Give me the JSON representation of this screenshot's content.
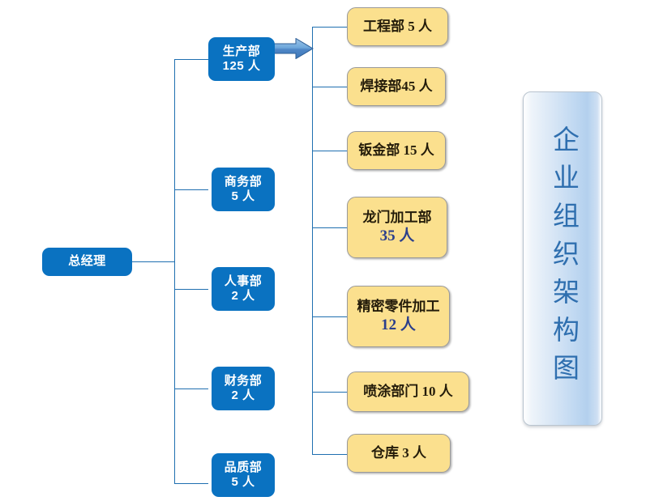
{
  "chart": {
    "title_banner": {
      "text": "企业组织架构图",
      "color": "#2F6FAF"
    },
    "root": {
      "label_line1": "总经理",
      "label_line2": ""
    },
    "colors": {
      "blue_box_fill": "#0A72C1",
      "blue_box_text": "#FFFFFF",
      "yellow_box_fill": "#FBE08E",
      "yellow_box_border": "#9A9A9A",
      "yellow_box_text": "#241C0A",
      "yellow_box_number": "#2B3F8C",
      "connector_line": "#1F6FB0",
      "arrow_fill": "#5B9BD5"
    },
    "departments": [
      {
        "label_line1": "生产部",
        "label_line2": "125 人"
      },
      {
        "label_line1": "商务部",
        "label_line2": "5 人"
      },
      {
        "label_line1": "人事部",
        "label_line2": "2 人"
      },
      {
        "label_line1": "财务部",
        "label_line2": "2 人"
      },
      {
        "label_line1": "品质部",
        "label_line2": "5 人"
      }
    ],
    "production_subunits": [
      {
        "label_line1": "工程部 5 人",
        "label_line2": ""
      },
      {
        "label_line1": "焊接部45 人",
        "label_line2": ""
      },
      {
        "label_line1": "钣金部 15 人",
        "label_line2": ""
      },
      {
        "label_line1": "龙门加工部",
        "label_line2": "35 人"
      },
      {
        "label_line1": "精密零件加工",
        "label_line2": "12 人"
      },
      {
        "label_line1": "喷涂部门 10 人",
        "label_line2": ""
      },
      {
        "label_line1": "仓库 3 人",
        "label_line2": ""
      }
    ]
  },
  "chart_data": {
    "type": "diagram",
    "title": "企业组织架构图",
    "root": "总经理",
    "nodes": [
      {
        "name": "总经理",
        "headcount": null,
        "level": 0,
        "parent": null
      },
      {
        "name": "生产部",
        "headcount": 125,
        "level": 1,
        "parent": "总经理"
      },
      {
        "name": "商务部",
        "headcount": 5,
        "level": 1,
        "parent": "总经理"
      },
      {
        "name": "人事部",
        "headcount": 2,
        "level": 1,
        "parent": "总经理"
      },
      {
        "name": "财务部",
        "headcount": 2,
        "level": 1,
        "parent": "总经理"
      },
      {
        "name": "品质部",
        "headcount": 5,
        "level": 1,
        "parent": "总经理"
      },
      {
        "name": "工程部",
        "headcount": 5,
        "level": 2,
        "parent": "生产部"
      },
      {
        "name": "焊接部",
        "headcount": 45,
        "level": 2,
        "parent": "生产部"
      },
      {
        "name": "钣金部",
        "headcount": 15,
        "level": 2,
        "parent": "生产部"
      },
      {
        "name": "龙门加工部",
        "headcount": 35,
        "level": 2,
        "parent": "生产部"
      },
      {
        "name": "精密零件加工",
        "headcount": 12,
        "level": 2,
        "parent": "生产部"
      },
      {
        "name": "喷涂部门",
        "headcount": 10,
        "level": 2,
        "parent": "生产部"
      },
      {
        "name": "仓库",
        "headcount": 3,
        "level": 2,
        "parent": "生产部"
      }
    ]
  }
}
